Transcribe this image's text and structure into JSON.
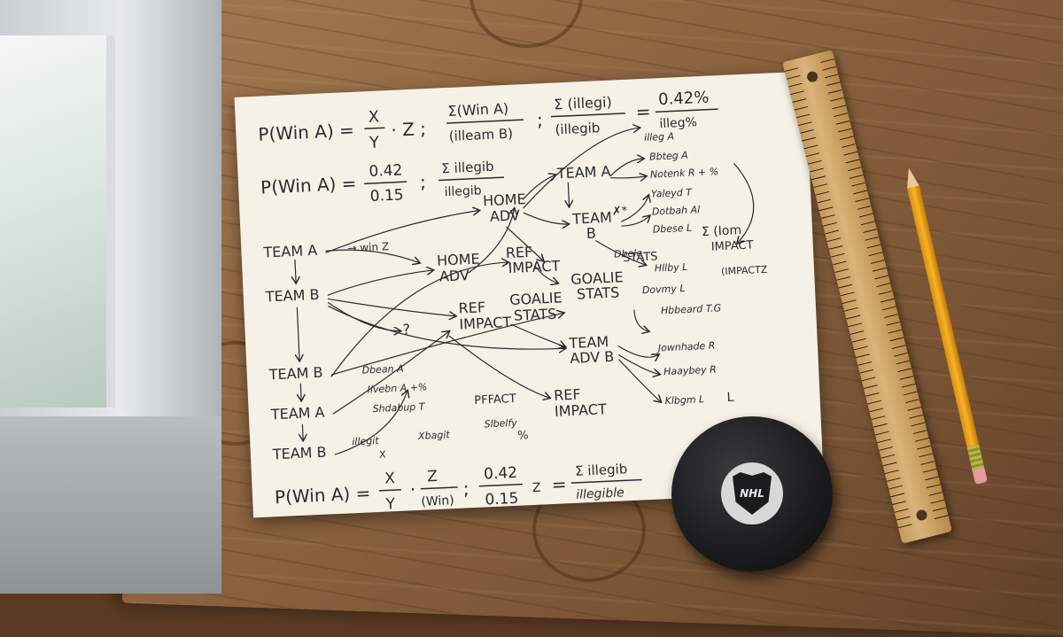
{
  "paper": {
    "formula_top_left": "P(Win A) =",
    "frac_x": "X",
    "frac_y": "Y",
    "times_z": "· Z ;",
    "sum_win_a_num": "Σ(Win A)",
    "sum_win_a_den": "(illeam B)",
    "sum_illegi_num": "Σ (illegi)",
    "sum_illegi_den": "(illegib",
    "equals": "=",
    "result_top": "0.42%",
    "result_bottom": "illeg%",
    "formula_second": "P(Win A) =",
    "second_num": "0.42",
    "second_den": "0.15",
    "second_sep": ";",
    "second_sum_num": "Σ illegib",
    "second_sum_den": "illegib",
    "team_a_left": "TEAM A",
    "win_z_note": "→ win Z",
    "team_b_left": "TEAM B",
    "home_adv_top_1": "HOME",
    "home_adv_top_2": "ADV",
    "home_adv_mid_1": "HOME",
    "home_adv_mid_2": "ADV",
    "ref_impact_1": "REF",
    "ref_impact_2": "IMPACT",
    "team_a_right": "TEAM A",
    "team_b_right_1": "TEAM",
    "team_b_right_2": "B",
    "star_note": "✗*",
    "goalie_stats_1": "GOALIE",
    "goalie_stats_2": "STATS",
    "goalie_stats_3": "GOALIE",
    "goalie_stats_4": "STATS",
    "ref_impact_mid_1": "REF",
    "ref_impact_mid_2": "IMPACT",
    "question_note": "?",
    "team_b_lower": "TEAM B",
    "team_a_lower": "TEAM A",
    "team_b_bottom": "TEAM B",
    "team_adv_b_1": "TEAM",
    "team_adv_b_2": "ADV B",
    "ref_impact_low_1": "REF",
    "ref_impact_low_2": "IMPACT",
    "pffact": "PFFACT",
    "stats_note": "STATS",
    "sum_impact_1": "Σ (Iom",
    "sum_impact_2": "IMPACT",
    "impactz": "(IMPACTZ",
    "right_col": [
      "illeg A",
      "Bbteg A",
      "Notenk R + %",
      "Yaleyd T",
      "Dotbah Al",
      "Dbese L",
      "Dbele",
      "Hllby L",
      "Dovmy L",
      "Hbbeard T.G",
      "Jownhade R",
      "Haaybey R",
      "Klbgm L"
    ],
    "right_col_extra": "L",
    "left_notes": [
      "Dbean A",
      "Ilvebn A +%",
      "Shdabup T",
      "illegit",
      "Xbagit",
      "X",
      "Slbelfy"
    ],
    "percent_note": "%",
    "formula_bottom": "P(Win A) =",
    "bottom_frac_x": "X",
    "bottom_frac_y": "Y",
    "bottom_dot": "·",
    "bottom_z": "Z",
    "bottom_win": "(Win)",
    "bottom_sep": ";",
    "bottom_num": "0.42",
    "bottom_den": "0.15",
    "bottom_z2": "Z",
    "bottom_eq": "=",
    "bottom_sum_num": "Σ illegib",
    "bottom_sum_den": "illegible"
  },
  "puck": {
    "logo_text": "NHL"
  }
}
